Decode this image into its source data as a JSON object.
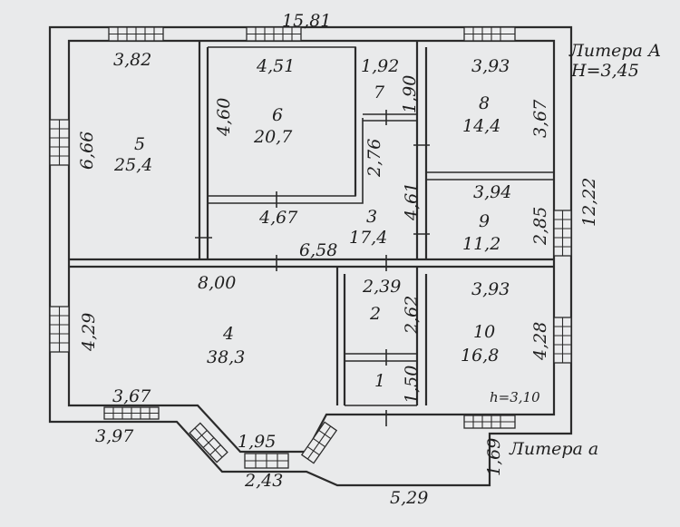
{
  "plan": {
    "litera_main": "Литера А",
    "height_main": "H=3,45",
    "litera_annex": "Литера а",
    "height_annex": "h=3,10",
    "rooms": [
      {
        "id": "5",
        "number": "5",
        "area": "25,4"
      },
      {
        "id": "6",
        "number": "6",
        "area": "20,7"
      },
      {
        "id": "7",
        "number": "7",
        "area": ""
      },
      {
        "id": "8",
        "number": "8",
        "area": "14,4"
      },
      {
        "id": "3",
        "number": "3",
        "area": "17,4"
      },
      {
        "id": "9",
        "number": "9",
        "area": "11,2"
      },
      {
        "id": "4",
        "number": "4",
        "area": "38,3"
      },
      {
        "id": "2",
        "number": "2",
        "area": ""
      },
      {
        "id": "1",
        "number": "1",
        "area": ""
      },
      {
        "id": "10",
        "number": "10",
        "area": "16,8"
      }
    ],
    "dimensions": {
      "top_total": "15,81",
      "r5_width": "3,82",
      "r6_width": "4,51",
      "r7_width": "1,92",
      "r8_width": "3,93",
      "r5_height": "6,66",
      "r6_height": "4,60",
      "r7_height": "1,90",
      "r8_height": "3,67",
      "r3_upper_height": "2,76",
      "r3_height": "4,61",
      "r9_width": "3,94",
      "r9_height": "2,85",
      "right_total": "12,22",
      "r3_width": "4,67",
      "r3_bottom_width": "6,58",
      "r4_width": "8,00",
      "r2_width": "2,39",
      "r10_width": "3,93",
      "r2_height": "2,62",
      "r4_height": "4,29",
      "r10_height": "4,28",
      "r1_height": "1,50",
      "bay_left_inner": "3,67",
      "bay_left_outer": "3,97",
      "bay_inner": "1,95",
      "bay_outer": "2,43",
      "annex_height": "1,69",
      "annex_width": "5,29"
    }
  }
}
